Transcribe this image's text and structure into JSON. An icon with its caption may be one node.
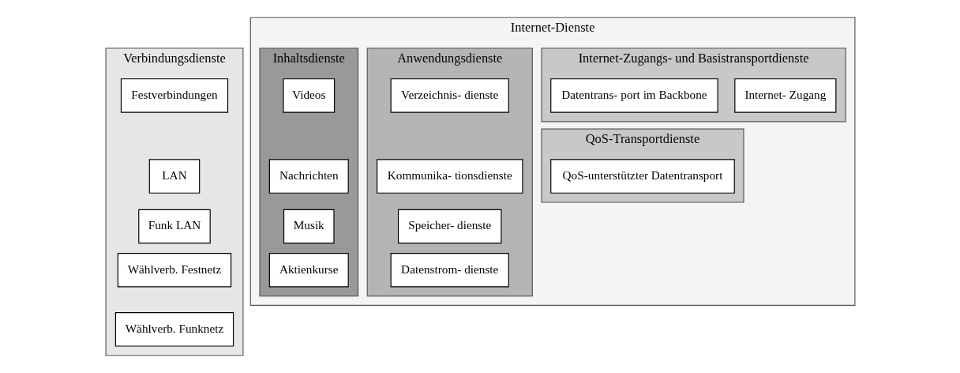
{
  "diagram": {
    "nodes": [
      {
        "text": [
          "Verbindungsdienste"
        ]
      },
      {
        "text": [
          "Festverbindungen"
        ],
        "in": 0
      },
      {
        "text": [
          "LAN"
        ],
        "in": 0
      },
      {
        "text": [
          "Funk LAN"
        ],
        "in": 0
      },
      {
        "text": [
          "Wählverb. Festnetz"
        ],
        "in": 0
      },
      {
        "text": [
          "Wählverb. Funknetz"
        ],
        "in": 0
      },
      {
        "text": [
          "Internet-Dienste"
        ]
      },
      {
        "text": [
          "Internet-Zugangs- und Basistransportdienste"
        ],
        "in": 6
      },
      {
        "text": [
          "Internet- Zugang"
        ],
        "in": 7
      },
      {
        "text": [
          "Datentrans- port im Backbone"
        ],
        "in": 7
      },
      {
        "text": [
          "QoS-Transportdienste"
        ],
        "in": 6
      },
      {
        "text": [
          "QoS-unterstützter Datentransport"
        ],
        "in": 10
      },
      {
        "text": [
          "Anwendungsdienste"
        ],
        "in": 6
      },
      {
        "text": [
          "Verzeichnis- dienste"
        ],
        "in": 12
      },
      {
        "text": [
          "Kommunika- tionsdienste"
        ],
        "in": 12
      },
      {
        "text": [
          "Speicher- dienste"
        ],
        "in": 12
      },
      {
        "text": [
          "Datenstrom- dienste"
        ],
        "in": 12
      },
      {
        "text": [
          "Inhaltsdienste"
        ],
        "in": 6
      },
      {
        "text": [
          "Videos"
        ],
        "in": 17
      },
      {
        "text": [
          "Nachrichten"
        ],
        "in": 17
      },
      {
        "text": [
          "Musik"
        ],
        "in": 17
      },
      {
        "text": [
          "Aktienkurse"
        ],
        "in": 17
      }
    ]
  }
}
